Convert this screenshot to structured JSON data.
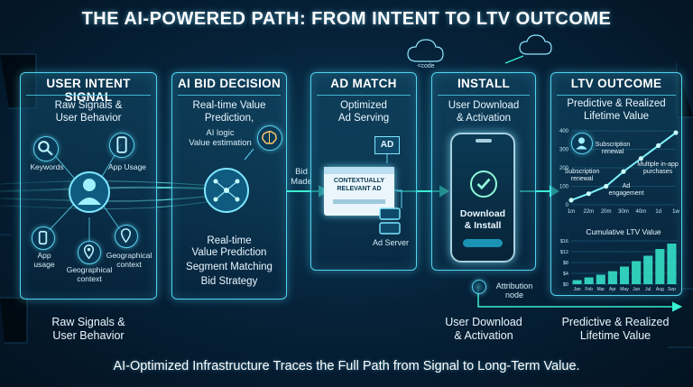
{
  "title": "THE AI-POWERED PATH: FROM INTENT TO LTV OUTCOME",
  "footer": "AI-Optimized Infrastructure Traces the Full Path from Signal to Long-Term Value.",
  "code_label": "<code",
  "panels": {
    "intent": {
      "title": "USER INTENT SIGNAL",
      "subtitle_1": "Raw Signals &",
      "subtitle_2": "User Behavior",
      "keywords": "Keywords",
      "app_usage_top": "App Usage",
      "app_usage_left_1": "App",
      "app_usage_left_2": "usage",
      "geo_center_1": "Geographical",
      "geo_center_2": "context",
      "geo_right_1": "Geographical",
      "geo_right_2": "context"
    },
    "bid": {
      "title": "AI BID DECISION",
      "subtitle_1": "Real-time Value",
      "subtitle_2": "Prediction,",
      "ai_logic_1": "AI logic",
      "ai_logic_2": "Value estimation",
      "lower_1": "Real-time",
      "lower_2": "Value Prediction",
      "lower_3": "Segment Matching",
      "lower_4": "Bid Strategy"
    },
    "match": {
      "title": "AD MATCH",
      "subtitle_1": "Optimized",
      "subtitle_2": "Ad Serving",
      "ad_label": "AD",
      "contextual_1": "CONTEXTUALLY",
      "contextual_2": "RELEVANT AD",
      "ad_server": "Ad Server"
    },
    "install": {
      "title": "INSTALL",
      "subtitle_1": "User Download",
      "subtitle_2": "& Activation",
      "phone_1": "Download",
      "phone_2": "& Install",
      "attribution_1": "Attribution",
      "attribution_2": "node"
    },
    "ltv": {
      "title": "LTV OUTCOME",
      "subtitle_1": "Predictive & Realized",
      "subtitle_2": "Lifetime Value",
      "ann_sub_renewal_a_1": "Subscription",
      "ann_sub_renewal_a_2": "renewal",
      "ann_sub_renewal_b_1": "Subscription",
      "ann_sub_renewal_b_2": "renewal",
      "ann_inapp_1": "Multiple in-app",
      "ann_inapp_2": "purchases",
      "ann_engagement_1": "Ad",
      "ann_engagement_2": "engagement",
      "cumulative_title": "Cumulative LTV Value"
    }
  },
  "bid_made_1": "Bid",
  "bid_made_2": "Made",
  "below": {
    "intent_1": "Raw Signals &",
    "intent_2": "User Behavior",
    "install_1": "User Download",
    "install_2": "& Activation",
    "ltv_1": "Predictive & Realized",
    "ltv_2": "Lifetime Value"
  },
  "chart_data": [
    {
      "type": "line",
      "x": [
        "1m",
        "22m",
        "20m",
        "30m",
        "40m",
        "1d",
        "1w"
      ],
      "y_ticks": [
        "400",
        "300",
        "200",
        "100",
        "0"
      ],
      "values": [
        25,
        60,
        100,
        180,
        250,
        320,
        390
      ],
      "ylim": [
        0,
        400
      ]
    },
    {
      "type": "bar",
      "title": "Cumulative LTV Value",
      "categories": [
        "Jan",
        "Feb",
        "Mar",
        "Apr",
        "May",
        "Jun",
        "Jul",
        "Aug",
        "Sep"
      ],
      "y_ticks": [
        "$0",
        "$4",
        "$8",
        "$12",
        "$16"
      ],
      "values": [
        1.5,
        2.5,
        3.5,
        4.8,
        6.5,
        8.5,
        10.5,
        13,
        15
      ],
      "ylim": [
        0,
        16
      ]
    }
  ],
  "colors": {
    "accent": "#4fd3f0",
    "glow": "#7ff3ff",
    "bars": "#35e0c8",
    "arrow": "#39f0d0"
  },
  "icons": {
    "keywords": "search-icon",
    "app_usage": "phone-icon",
    "user": "user-icon",
    "location": "location-pin-icon",
    "geo": "map-pin-icon",
    "brain": "brain-icon",
    "network": "neural-network-icon",
    "ad_server": "server-icon",
    "check": "check-icon",
    "cloud": "cloud-icon"
  }
}
